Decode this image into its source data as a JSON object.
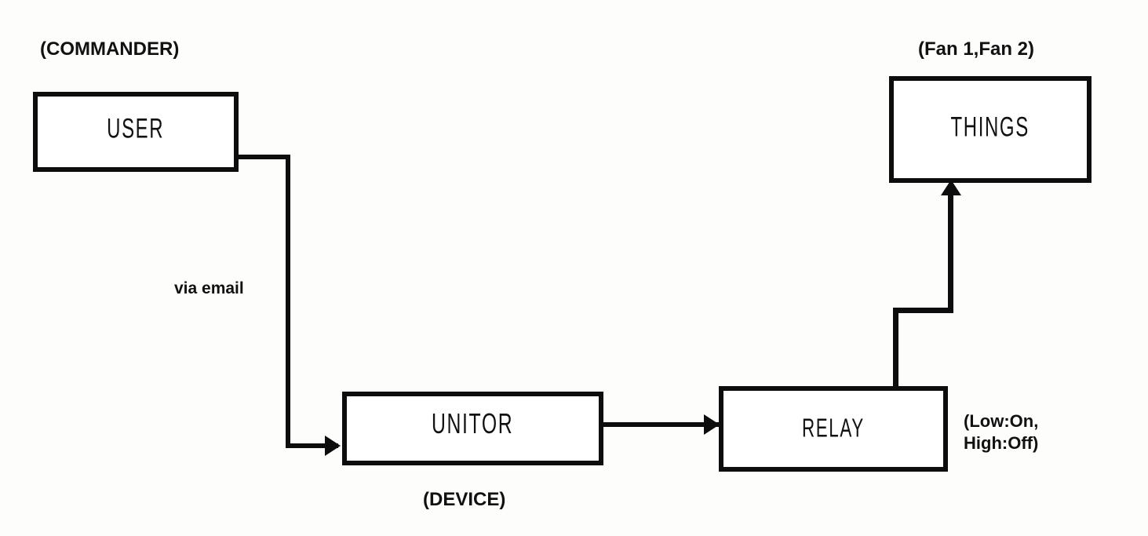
{
  "diagram": {
    "title_visible": false,
    "background_color": "#fdfdfb",
    "stroke_color": "#0d0d0d",
    "nodes": [
      {
        "id": "user",
        "label": "USER",
        "caption": "(COMMANDER)",
        "caption_position": "above"
      },
      {
        "id": "things",
        "label": "THINGS",
        "caption": "(Fan 1,Fan 2)",
        "caption_position": "above"
      },
      {
        "id": "unitor",
        "label": "UNITOR",
        "caption": "(DEVICE)",
        "caption_position": "below"
      },
      {
        "id": "relay",
        "label": "RELAY",
        "caption": "(Low:On,\nHigh:Off)",
        "caption_position": "right"
      }
    ],
    "edges": [
      {
        "id": "user-unitor",
        "from": "USER",
        "to": "UNITOR",
        "label": "via email",
        "arrow": "right"
      },
      {
        "id": "unitor-relay",
        "from": "UNITOR",
        "to": "RELAY",
        "label": "",
        "arrow": "right"
      },
      {
        "id": "relay-things",
        "from": "RELAY",
        "to": "THINGS",
        "label": "",
        "arrow": "up"
      }
    ]
  },
  "labels": {
    "commander": "(COMMANDER)",
    "fans": "(Fan 1,Fan 2)",
    "device": "(DEVICE)",
    "relay_mode": "(Low:On,\nHigh:Off)",
    "via_email": "via email",
    "user": "USER",
    "things": "THINGS",
    "unitor": "UNITOR",
    "relay": "RELAY"
  }
}
